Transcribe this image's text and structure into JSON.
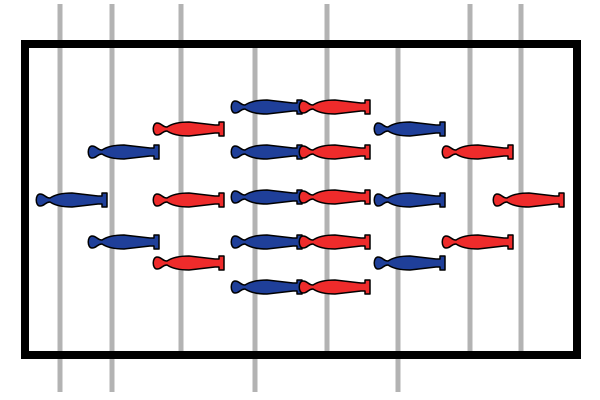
{
  "game": {
    "type": "foosball-table",
    "colors": {
      "background": "#ffffff",
      "frame": "#000000",
      "rod": "#b3b3b3",
      "blue_team": "#1f3f99",
      "red_team": "#ee2b2b",
      "outline": "#000000"
    },
    "teams": {
      "blue": {
        "facing": "left"
      },
      "red": {
        "facing": "right"
      }
    },
    "rods": [
      {
        "id": "rod-1",
        "team": "blue",
        "role": "goalkeeper",
        "players": 1
      },
      {
        "id": "rod-2",
        "team": "blue",
        "role": "defense",
        "players": 2
      },
      {
        "id": "rod-3",
        "team": "red",
        "role": "attack",
        "players": 3
      },
      {
        "id": "rod-4",
        "team": "blue",
        "role": "midfield",
        "players": 5
      },
      {
        "id": "rod-5",
        "team": "red",
        "role": "midfield",
        "players": 5
      },
      {
        "id": "rod-6",
        "team": "blue",
        "role": "attack",
        "players": 3
      },
      {
        "id": "rod-7",
        "team": "red",
        "role": "defense",
        "players": 2
      },
      {
        "id": "rod-8",
        "team": "red",
        "role": "goalkeeper",
        "players": 1
      }
    ]
  }
}
